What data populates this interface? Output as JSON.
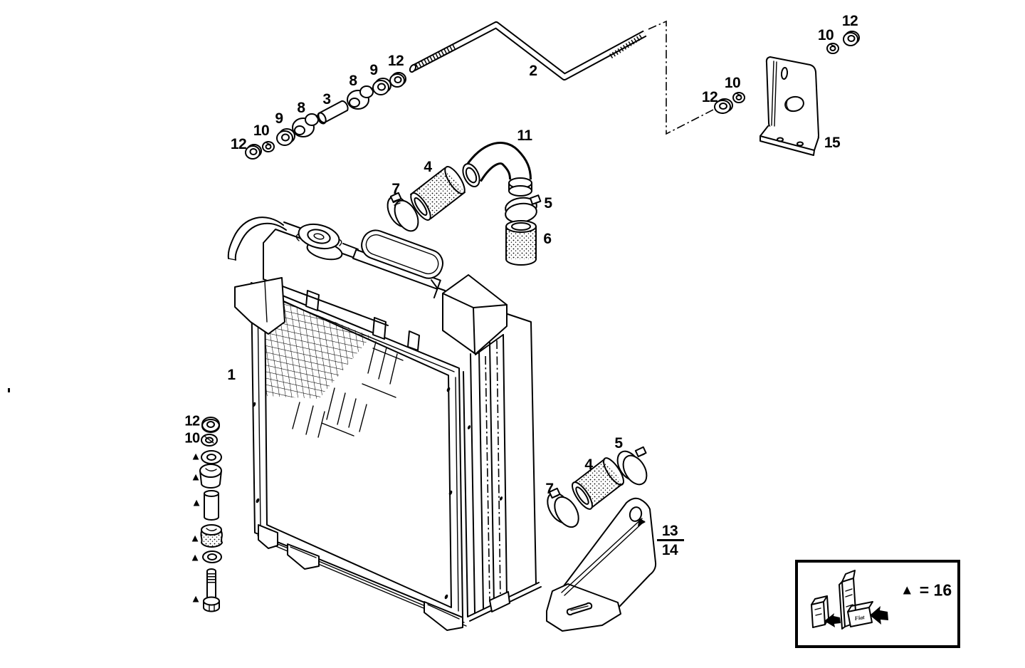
{
  "colors": {
    "ink": "#000000",
    "paper": "#ffffff"
  },
  "callouts": [
    {
      "text": "12"
    },
    {
      "text": "10"
    },
    {
      "text": "9"
    },
    {
      "text": "8"
    },
    {
      "text": "3"
    },
    {
      "text": "8"
    },
    {
      "text": "9"
    },
    {
      "text": "12"
    },
    {
      "text": "2"
    },
    {
      "text": "11"
    },
    {
      "text": "4"
    },
    {
      "text": "7"
    },
    {
      "text": "5"
    },
    {
      "text": "6"
    },
    {
      "text": "1"
    },
    {
      "text": "12"
    },
    {
      "text": "10"
    },
    {
      "text": "10"
    },
    {
      "text": "12"
    },
    {
      "text": "15"
    },
    {
      "text": "12"
    },
    {
      "text": "10"
    },
    {
      "text": "7"
    },
    {
      "text": "4"
    },
    {
      "text": "5"
    },
    {
      "text": "13"
    },
    {
      "text": "14"
    }
  ],
  "triangle_marker": {
    "char": "▲"
  },
  "legend": {
    "marker": "▲",
    "label": "= 16",
    "brand": "Fiat"
  }
}
